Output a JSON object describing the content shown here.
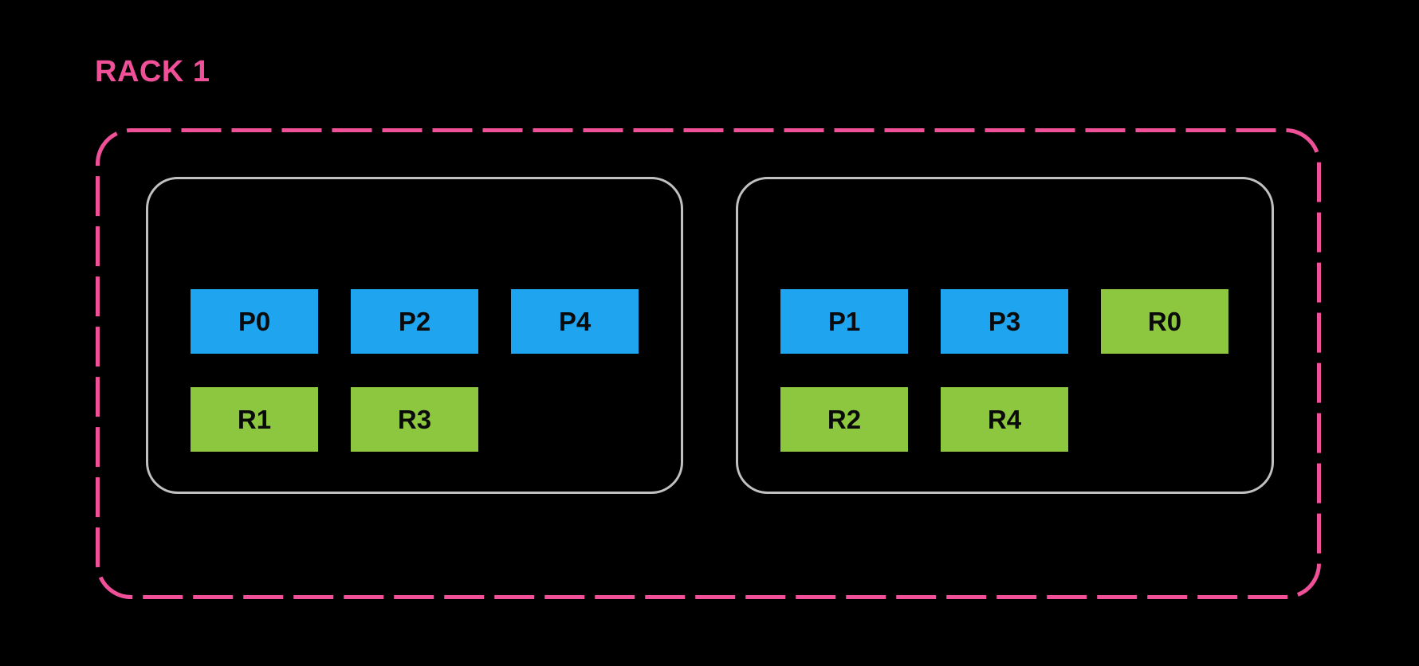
{
  "diagram": {
    "title": "RACK 1",
    "colors": {
      "background": "#000000",
      "rack_border": "#EF5098",
      "title_text": "#EF5098",
      "node_border": "#C1C1C1",
      "blue_block_fill": "#1FA5F0",
      "green_block_fill": "#8DC63F",
      "block_label_text": "#0A0A0A"
    },
    "nodes": [
      {
        "rows": [
          [
            {
              "label": "P0",
              "color": "#1FA5F0"
            },
            {
              "label": "P2",
              "color": "#1FA5F0"
            },
            {
              "label": "P4",
              "color": "#1FA5F0"
            }
          ],
          [
            {
              "label": "R1",
              "color": "#8DC63F"
            },
            {
              "label": "R3",
              "color": "#8DC63F"
            }
          ]
        ]
      },
      {
        "rows": [
          [
            {
              "label": "P1",
              "color": "#1FA5F0"
            },
            {
              "label": "P3",
              "color": "#1FA5F0"
            },
            {
              "label": "R0",
              "color": "#8DC63F"
            }
          ],
          [
            {
              "label": "R2",
              "color": "#8DC63F"
            },
            {
              "label": "R4",
              "color": "#8DC63F"
            }
          ]
        ]
      }
    ]
  }
}
